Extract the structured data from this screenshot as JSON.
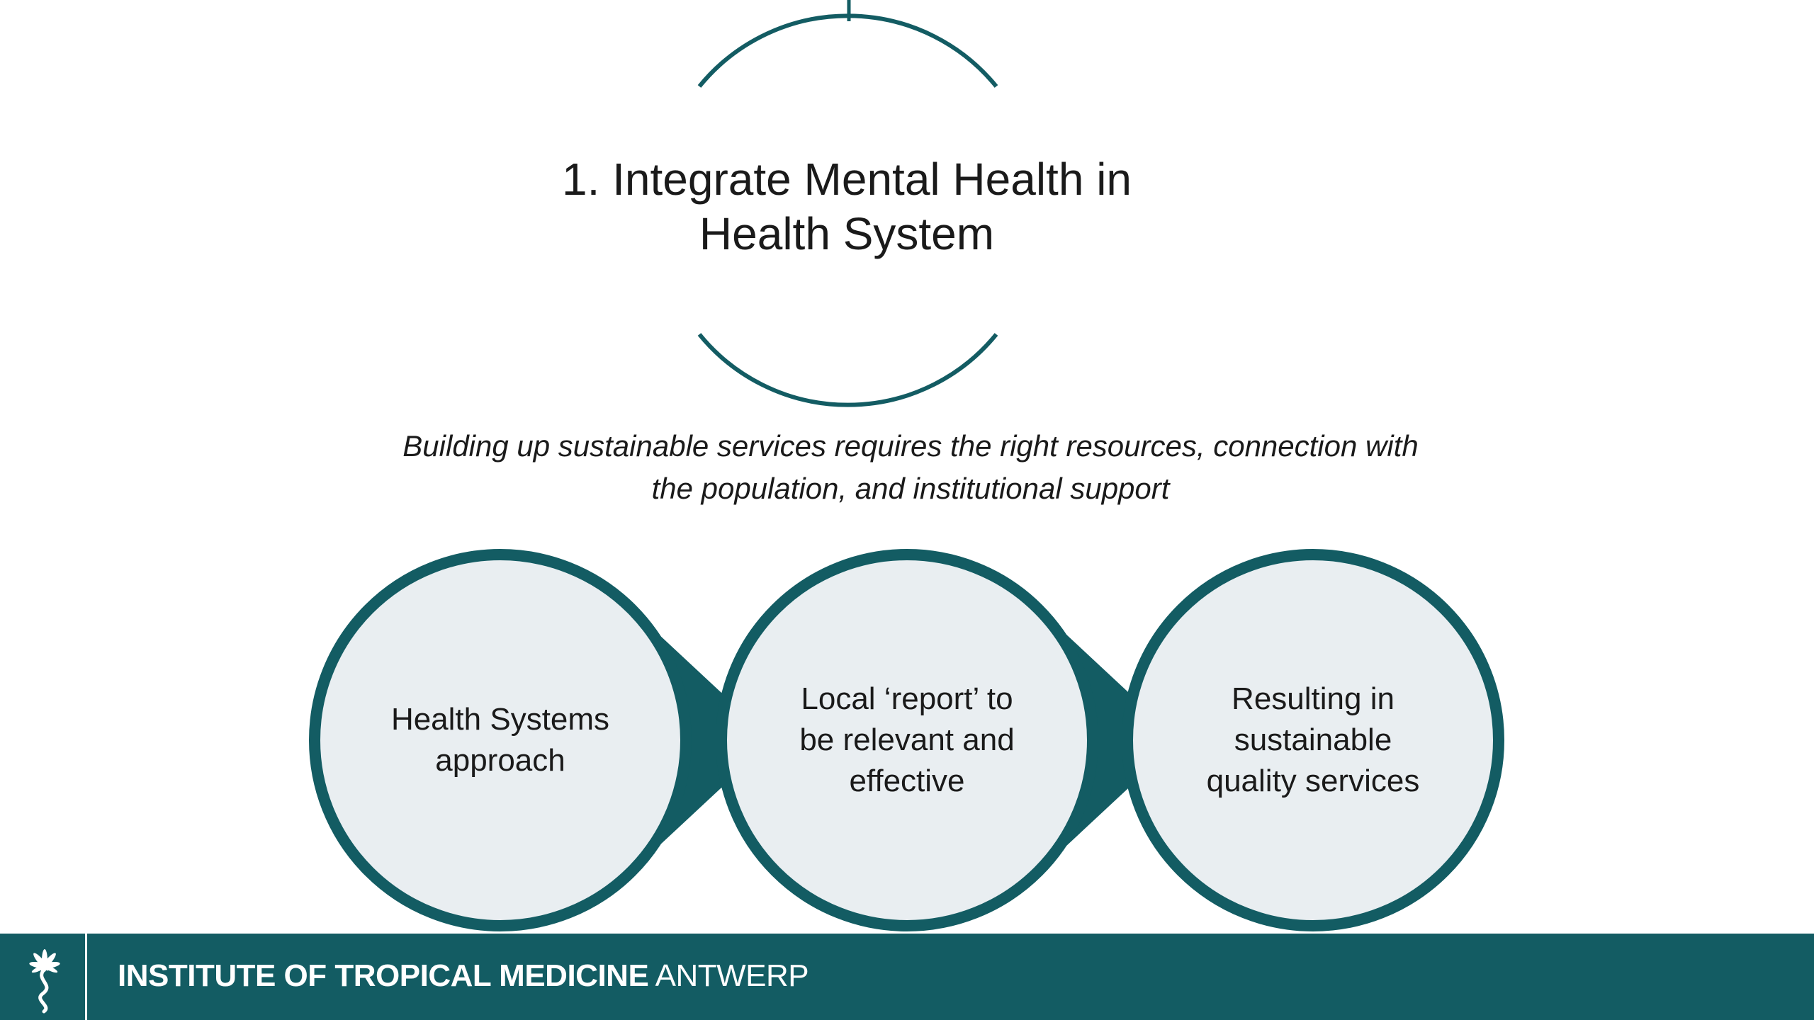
{
  "slide": {
    "title_line1": "1. Integrate Mental Health in",
    "title_line2": "Health System",
    "subtitle_line1": "Building up sustainable services requires the right resources, connection with",
    "subtitle_line2": "the population, and institutional support"
  },
  "process": {
    "steps": [
      {
        "line1": "Health Systems",
        "line2": "approach",
        "line3": ""
      },
      {
        "line1": "Local ‘report’ to",
        "line2": "be relevant and",
        "line3": "effective"
      },
      {
        "line1": "Resulting in",
        "line2": "sustainable",
        "line3": "quality services"
      }
    ]
  },
  "footer": {
    "name_bold": "INSTITUTE OF TROPICAL MEDICINE",
    "name_light": "ANTWERP"
  },
  "colors": {
    "accent": "#135c63",
    "circle_fill": "#e9eef1",
    "text": "#1a1a1a",
    "footer_text": "#ffffff"
  },
  "icons": {
    "footer_logo": "palm-tree-logo-icon"
  }
}
